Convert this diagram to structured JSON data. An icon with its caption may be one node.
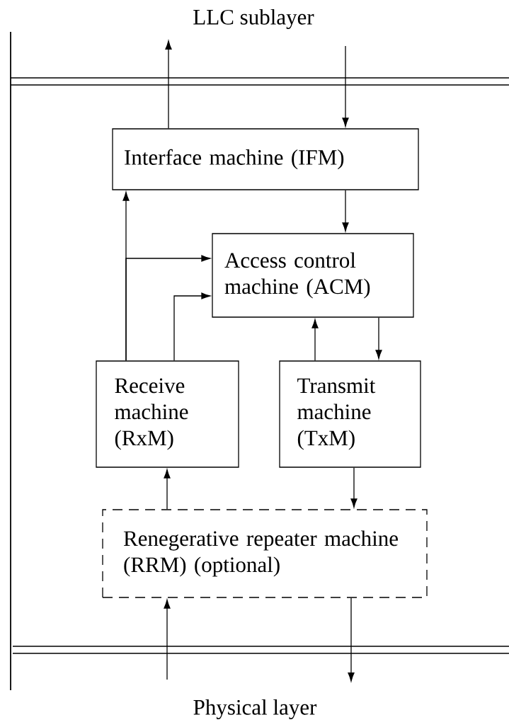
{
  "diagram": {
    "nodes": [
      {
        "text": [
          "Interface machine (IFM)"
        ]
      },
      {
        "text": [
          "Access control machine (ACM)"
        ]
      },
      {
        "text": [
          "Receive machine (RxM)"
        ]
      },
      {
        "text": [
          "Transmit machine (TxM)"
        ]
      },
      {
        "text": [
          "Renegerative repeater machine (RRM) (optional)"
        ]
      }
    ],
    "edges": [
      {
        "from": 0,
        "to": null,
        "arrow": "to"
      },
      {
        "from": null,
        "to": 0,
        "arrow": "to"
      },
      {
        "from": 0,
        "to": 1,
        "arrow": "to"
      },
      {
        "from": 2,
        "to": 0,
        "arrow": "to"
      },
      {
        "from": 2,
        "to": 1,
        "arrow": "to"
      },
      {
        "from": 2,
        "to": 1,
        "arrow": "to"
      },
      {
        "from": 3,
        "to": 1,
        "arrow": "to"
      },
      {
        "from": 1,
        "to": 3,
        "arrow": "to"
      },
      {
        "from": 4,
        "to": 2,
        "arrow": "to"
      },
      {
        "from": 3,
        "to": 4,
        "arrow": "to"
      },
      {
        "from": null,
        "to": 4,
        "arrow": "to"
      },
      {
        "from": 4,
        "to": null,
        "arrow": "to"
      }
    ],
    "labels": [
      "LLC sublayer",
      "Physical layer"
    ]
  }
}
